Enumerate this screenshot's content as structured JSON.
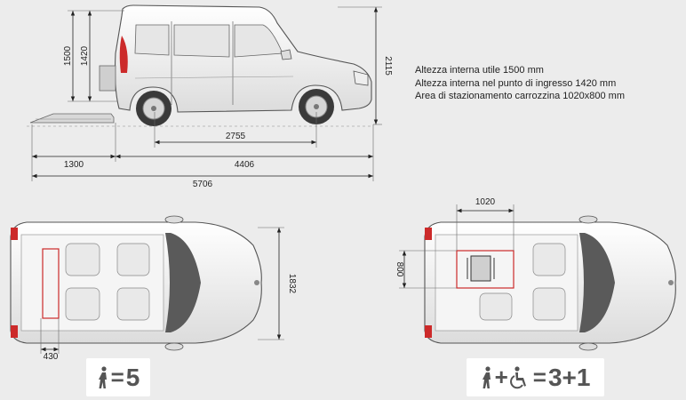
{
  "specs": {
    "line1": "Altezza interna utile 1500 mm",
    "line2": "Altezza interna nel punto di ingresso 1420 mm",
    "line3": "Area di stazionamento carrozzina 1020x800 mm"
  },
  "dims": {
    "h_interior": "1500",
    "h_entry": "1420",
    "h_total": "2115",
    "wheelbase": "2755",
    "ramp": "1300",
    "car_length": "4406",
    "total_length": "5706",
    "width": "1832",
    "ramp_width": "430",
    "wheelchair_len": "1020",
    "wheelchair_w": "800"
  },
  "capacity": {
    "left_eq": "=",
    "left_num": "5",
    "plus": "+",
    "right_eq": "=",
    "right_num": "3+1"
  },
  "icons": {
    "person": "person-icon",
    "wheelchair": "wheelchair-icon"
  },
  "colors": {
    "background": "#ececec",
    "ink": "#222222",
    "accent_red": "#cc2a2a",
    "capacity_text": "#555555"
  }
}
